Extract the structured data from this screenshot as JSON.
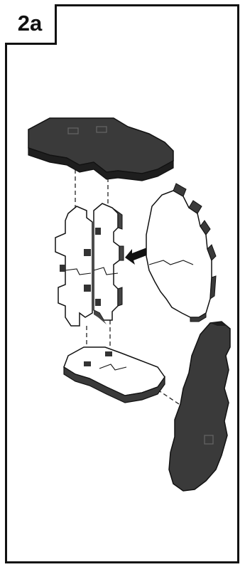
{
  "step": {
    "label": "2a"
  },
  "colors": {
    "frame": "#111111",
    "dark_piece": "#3a3a3a",
    "dark_side": "#1e1e1e",
    "light_piece": "#ffffff",
    "light_side": "#444444",
    "guide_line": "#222222",
    "arrow": "#111111"
  },
  "parts": [
    {
      "name": "top-dark-plate",
      "tone": "dark"
    },
    {
      "name": "left-front-panel",
      "tone": "light"
    },
    {
      "name": "left-back-panel",
      "tone": "light"
    },
    {
      "name": "right-loose-panel",
      "tone": "light"
    },
    {
      "name": "bottom-light-plate",
      "tone": "light"
    },
    {
      "name": "right-dark-panel",
      "tone": "dark"
    }
  ],
  "arrow": {
    "direction": "left",
    "icon": "arrow-left-icon"
  }
}
